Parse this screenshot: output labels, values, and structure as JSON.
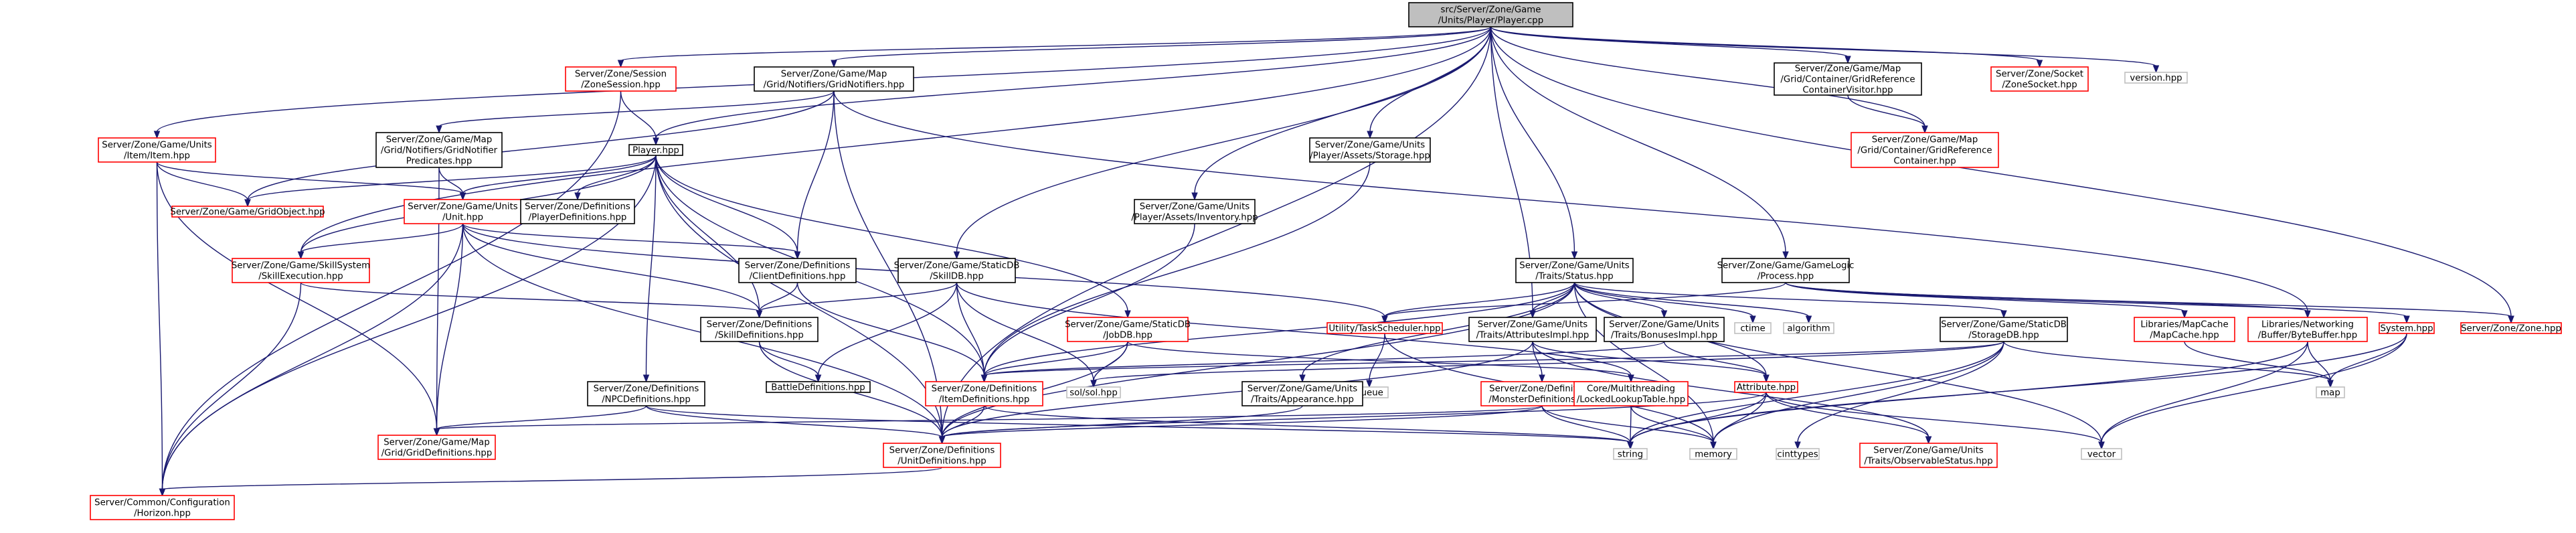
{
  "colors": {
    "edge": "#191970",
    "root_fill": "#bfbfbf",
    "black_border": "#000000",
    "red_border": "#ff0000",
    "grey_border": "#bfbfbf"
  },
  "nodes": [
    {
      "id": "root",
      "lines": [
        "src/Server/Zone/Game",
        "/Units/Player/Player.cpp"
      ],
      "style": "root"
    },
    {
      "id": "zonesession",
      "lines": [
        "Server/Zone/Session",
        "/ZoneSession.hpp"
      ],
      "style": "red"
    },
    {
      "id": "gridnotifiers",
      "lines": [
        "Server/Zone/Game/Map",
        "/Grid/Notifiers/GridNotifiers.hpp"
      ],
      "style": "black"
    },
    {
      "id": "playerhpp",
      "lines": [
        "Player.hpp"
      ],
      "style": "black"
    },
    {
      "id": "itemhpp",
      "lines": [
        "Server/Zone/Game/Units",
        "/Item/Item.hpp"
      ],
      "style": "red"
    },
    {
      "id": "gridnotpred",
      "lines": [
        "Server/Zone/Game/Map",
        "/Grid/Notifiers/GridNotifier",
        "Predicates.hpp"
      ],
      "style": "black"
    },
    {
      "id": "gridobject",
      "lines": [
        "Server/Zone/Game/GridObject.hpp"
      ],
      "style": "red"
    },
    {
      "id": "unithpp",
      "lines": [
        "Server/Zone/Game/Units",
        "/Unit.hpp"
      ],
      "style": "red"
    },
    {
      "id": "playerdefs",
      "lines": [
        "Server/Zone/Definitions",
        "/PlayerDefinitions.hpp"
      ],
      "style": "black"
    },
    {
      "id": "skillexec",
      "lines": [
        "Server/Zone/Game/SkillSystem",
        "/SkillExecution.hpp"
      ],
      "style": "red"
    },
    {
      "id": "clientdefs",
      "lines": [
        "Server/Zone/Definitions",
        "/ClientDefinitions.hpp"
      ],
      "style": "black"
    },
    {
      "id": "skilldefs",
      "lines": [
        "Server/Zone/Definitions",
        "/SkillDefinitions.hpp"
      ],
      "style": "black"
    },
    {
      "id": "battledefs",
      "lines": [
        "BattleDefinitions.hpp"
      ],
      "style": "black"
    },
    {
      "id": "npcdefs",
      "lines": [
        "Server/Zone/Definitions",
        "/NPCDefinitions.hpp"
      ],
      "style": "black"
    },
    {
      "id": "griddefs",
      "lines": [
        "Server/Zone/Game/Map",
        "/Grid/GridDefinitions.hpp"
      ],
      "style": "red"
    },
    {
      "id": "unitdefs",
      "lines": [
        "Server/Zone/Definitions",
        "/UnitDefinitions.hpp"
      ],
      "style": "red"
    },
    {
      "id": "horizon",
      "lines": [
        "Server/Common/Configuration",
        "/Horizon.hpp"
      ],
      "style": "red"
    },
    {
      "id": "storagehpp",
      "lines": [
        "Server/Zone/Game/Units",
        "/Player/Assets/Storage.hpp"
      ],
      "style": "black"
    },
    {
      "id": "inventory",
      "lines": [
        "Server/Zone/Game/Units",
        "/Player/Assets/Inventory.hpp"
      ],
      "style": "black"
    },
    {
      "id": "skilldb",
      "lines": [
        "Server/Zone/Game/StaticDB",
        "/SkillDB.hpp"
      ],
      "style": "black"
    },
    {
      "id": "jobdb",
      "lines": [
        "Server/Zone/Game/StaticDB",
        "/JobDB.hpp"
      ],
      "style": "red"
    },
    {
      "id": "itemdefs",
      "lines": [
        "Server/Zone/Definitions",
        "/ItemDefinitions.hpp"
      ],
      "style": "red"
    },
    {
      "id": "solsol",
      "lines": [
        "sol/sol.hpp"
      ],
      "style": "grey"
    },
    {
      "id": "taskscheduler",
      "lines": [
        "Utility/TaskScheduler.hpp"
      ],
      "style": "red"
    },
    {
      "id": "queue",
      "lines": [
        "queue"
      ],
      "style": "grey"
    },
    {
      "id": "statushpp",
      "lines": [
        "Server/Zone/Game/Units",
        "/Traits/Status.hpp"
      ],
      "style": "black"
    },
    {
      "id": "attrimpl",
      "lines": [
        "Server/Zone/Game/Units",
        "/Traits/AttributesImpl.hpp"
      ],
      "style": "black"
    },
    {
      "id": "appearance",
      "lines": [
        "Server/Zone/Game/Units",
        "/Traits/Appearance.hpp"
      ],
      "style": "black"
    },
    {
      "id": "monsterdefs",
      "lines": [
        "Server/Zone/Definitions",
        "/MonsterDefinitions.hpp"
      ],
      "style": "red"
    },
    {
      "id": "bonusesimpl",
      "lines": [
        "Server/Zone/Game/Units",
        "/Traits/BonusesImpl.hpp"
      ],
      "style": "black"
    },
    {
      "id": "lockedlookup",
      "lines": [
        "Core/Multithreading",
        "/LockedLookupTable.hpp"
      ],
      "style": "red"
    },
    {
      "id": "attributehpp",
      "lines": [
        "Attribute.hpp"
      ],
      "style": "red"
    },
    {
      "id": "ctime",
      "lines": [
        "ctime"
      ],
      "style": "grey"
    },
    {
      "id": "algorithm",
      "lines": [
        "algorithm"
      ],
      "style": "grey"
    },
    {
      "id": "storagedb",
      "lines": [
        "Server/Zone/Game/StaticDB",
        "/StorageDB.hpp"
      ],
      "style": "black"
    },
    {
      "id": "gamelogic",
      "lines": [
        "Server/Zone/Game/GameLogic",
        "/Process.hpp"
      ],
      "style": "black"
    },
    {
      "id": "mapcache",
      "lines": [
        "Libraries/MapCache",
        "/MapCache.hpp"
      ],
      "style": "red"
    },
    {
      "id": "bytebuffer",
      "lines": [
        "Libraries/Networking",
        "/Buffer/ByteBuffer.hpp"
      ],
      "style": "red"
    },
    {
      "id": "systemhpp",
      "lines": [
        "System.hpp"
      ],
      "style": "red"
    },
    {
      "id": "zonehpp",
      "lines": [
        "Server/Zone/Zone.hpp"
      ],
      "style": "red"
    },
    {
      "id": "gridrefvisitor",
      "lines": [
        "Server/Zone/Game/Map",
        "/Grid/Container/GridReference",
        "ContainerVisitor.hpp"
      ],
      "style": "black"
    },
    {
      "id": "gridrefcontainer",
      "lines": [
        "Server/Zone/Game/Map",
        "/Grid/Container/GridReference",
        "Container.hpp"
      ],
      "style": "red"
    },
    {
      "id": "zonesocket",
      "lines": [
        "Server/Zone/Socket",
        "/ZoneSocket.hpp"
      ],
      "style": "red"
    },
    {
      "id": "versionhpp",
      "lines": [
        "version.hpp"
      ],
      "style": "grey"
    },
    {
      "id": "map",
      "lines": [
        "map"
      ],
      "style": "grey"
    },
    {
      "id": "observable",
      "lines": [
        "Server/Zone/Game/Units",
        "/Traits/ObservableStatus.hpp"
      ],
      "style": "red"
    },
    {
      "id": "vector",
      "lines": [
        "vector"
      ],
      "style": "grey"
    },
    {
      "id": "string",
      "lines": [
        "string"
      ],
      "style": "grey"
    },
    {
      "id": "memory",
      "lines": [
        "memory"
      ],
      "style": "grey"
    },
    {
      "id": "cinttypes",
      "lines": [
        "cinttypes"
      ],
      "style": "grey"
    }
  ],
  "edges": [
    [
      "root",
      "zonesession"
    ],
    [
      "root",
      "gridnotifiers"
    ],
    [
      "root",
      "playerhpp"
    ],
    [
      "root",
      "itemhpp"
    ],
    [
      "root",
      "skillexec"
    ],
    [
      "root",
      "unitdefs"
    ],
    [
      "root",
      "storagehpp"
    ],
    [
      "root",
      "inventory"
    ],
    [
      "root",
      "skilldb"
    ],
    [
      "root",
      "attrimpl"
    ],
    [
      "root",
      "statushpp"
    ],
    [
      "root",
      "gamelogic"
    ],
    [
      "root",
      "gridrefvisitor"
    ],
    [
      "root",
      "gridrefcontainer"
    ],
    [
      "root",
      "zonesocket"
    ],
    [
      "root",
      "versionhpp"
    ],
    [
      "root",
      "zonehpp"
    ],
    [
      "zonesession",
      "playerhpp"
    ],
    [
      "zonesession",
      "horizon"
    ],
    [
      "gridnotifiers",
      "gridnotpred"
    ],
    [
      "gridnotifiers",
      "gridobject"
    ],
    [
      "gridnotifiers",
      "clientdefs"
    ],
    [
      "gridnotifiers",
      "unitdefs"
    ],
    [
      "gridnotifiers",
      "bytebuffer"
    ],
    [
      "playerhpp",
      "gridobject"
    ],
    [
      "playerhpp",
      "unithpp"
    ],
    [
      "playerhpp",
      "playerdefs"
    ],
    [
      "playerhpp",
      "clientdefs"
    ],
    [
      "playerhpp",
      "skilldefs"
    ],
    [
      "playerhpp",
      "npcdefs"
    ],
    [
      "playerhpp",
      "jobdb"
    ],
    [
      "playerhpp",
      "itemdefs"
    ],
    [
      "playerhpp",
      "unitdefs"
    ],
    [
      "playerhpp",
      "horizon"
    ],
    [
      "playerhpp",
      "skillexec"
    ],
    [
      "itemhpp",
      "unithpp"
    ],
    [
      "itemhpp",
      "griddefs"
    ],
    [
      "itemhpp",
      "gridobject"
    ],
    [
      "itemhpp",
      "horizon"
    ],
    [
      "gridnotpred",
      "unithpp"
    ],
    [
      "gridnotpred",
      "griddefs"
    ],
    [
      "unithpp",
      "skillexec"
    ],
    [
      "unithpp",
      "clientdefs"
    ],
    [
      "unithpp",
      "skilldefs"
    ],
    [
      "unithpp",
      "griddefs"
    ],
    [
      "unithpp",
      "unitdefs"
    ],
    [
      "unithpp",
      "horizon"
    ],
    [
      "unithpp",
      "taskscheduler"
    ],
    [
      "skillexec",
      "skilldefs"
    ],
    [
      "skillexec",
      "horizon"
    ],
    [
      "clientdefs",
      "skilldefs"
    ],
    [
      "clientdefs",
      "itemdefs"
    ],
    [
      "skilldefs",
      "battledefs"
    ],
    [
      "skilldefs",
      "unitdefs"
    ],
    [
      "npcdefs",
      "griddefs"
    ],
    [
      "npcdefs",
      "unitdefs"
    ],
    [
      "npcdefs",
      "string"
    ],
    [
      "unitdefs",
      "horizon"
    ],
    [
      "storagehpp",
      "itemdefs"
    ],
    [
      "inventory",
      "itemdefs"
    ],
    [
      "skilldb",
      "skilldefs"
    ],
    [
      "skilldb",
      "battledefs"
    ],
    [
      "skilldb",
      "itemdefs"
    ],
    [
      "skilldb",
      "solsol"
    ],
    [
      "skilldb",
      "lockedlookup"
    ],
    [
      "jobdb",
      "itemdefs"
    ],
    [
      "jobdb",
      "unitdefs"
    ],
    [
      "jobdb",
      "solsol"
    ],
    [
      "jobdb",
      "lockedlookup"
    ],
    [
      "itemdefs",
      "unitdefs"
    ],
    [
      "itemdefs",
      "string"
    ],
    [
      "taskscheduler",
      "queue"
    ],
    [
      "taskscheduler",
      "memory"
    ],
    [
      "statushpp",
      "taskscheduler"
    ],
    [
      "statushpp",
      "attrimpl"
    ],
    [
      "statushpp",
      "appearance"
    ],
    [
      "statushpp",
      "bonusesimpl"
    ],
    [
      "statushpp",
      "attributehpp"
    ],
    [
      "statushpp",
      "ctime"
    ],
    [
      "statushpp",
      "algorithm"
    ],
    [
      "statushpp",
      "storagedb"
    ],
    [
      "statushpp",
      "unitdefs"
    ],
    [
      "statushpp",
      "itemdefs"
    ],
    [
      "statushpp",
      "vector"
    ],
    [
      "statushpp",
      "memory"
    ],
    [
      "attrimpl",
      "monsterdefs"
    ],
    [
      "attrimpl",
      "attributehpp"
    ],
    [
      "attrimpl",
      "unitdefs"
    ],
    [
      "attrimpl",
      "observable"
    ],
    [
      "appearance",
      "unitdefs"
    ],
    [
      "bonusesimpl",
      "attributehpp"
    ],
    [
      "bonusesimpl",
      "itemdefs"
    ],
    [
      "monsterdefs",
      "unitdefs"
    ],
    [
      "monsterdefs",
      "griddefs"
    ],
    [
      "monsterdefs",
      "string"
    ],
    [
      "monsterdefs",
      "memory"
    ],
    [
      "lockedlookup",
      "string"
    ],
    [
      "lockedlookup",
      "memory"
    ],
    [
      "attributehpp",
      "observable"
    ],
    [
      "attributehpp",
      "unitdefs"
    ],
    [
      "attributehpp",
      "string"
    ],
    [
      "attributehpp",
      "memory"
    ],
    [
      "attributehpp",
      "vector"
    ],
    [
      "storagedb",
      "itemdefs"
    ],
    [
      "storagedb",
      "solsol"
    ],
    [
      "storagedb",
      "map"
    ],
    [
      "storagedb",
      "memory"
    ],
    [
      "storagedb",
      "string"
    ],
    [
      "storagedb",
      "cinttypes"
    ],
    [
      "gamelogic",
      "taskscheduler"
    ],
    [
      "gamelogic",
      "zonehpp"
    ],
    [
      "gamelogic",
      "mapcache"
    ],
    [
      "gamelogic",
      "bytebuffer"
    ],
    [
      "gamelogic",
      "systemhpp"
    ],
    [
      "mapcache",
      "map"
    ],
    [
      "bytebuffer",
      "map"
    ],
    [
      "bytebuffer",
      "string"
    ],
    [
      "bytebuffer",
      "vector"
    ],
    [
      "systemhpp",
      "map"
    ],
    [
      "systemhpp",
      "string"
    ],
    [
      "systemhpp",
      "vector"
    ],
    [
      "gridrefvisitor",
      "gridrefcontainer"
    ]
  ]
}
